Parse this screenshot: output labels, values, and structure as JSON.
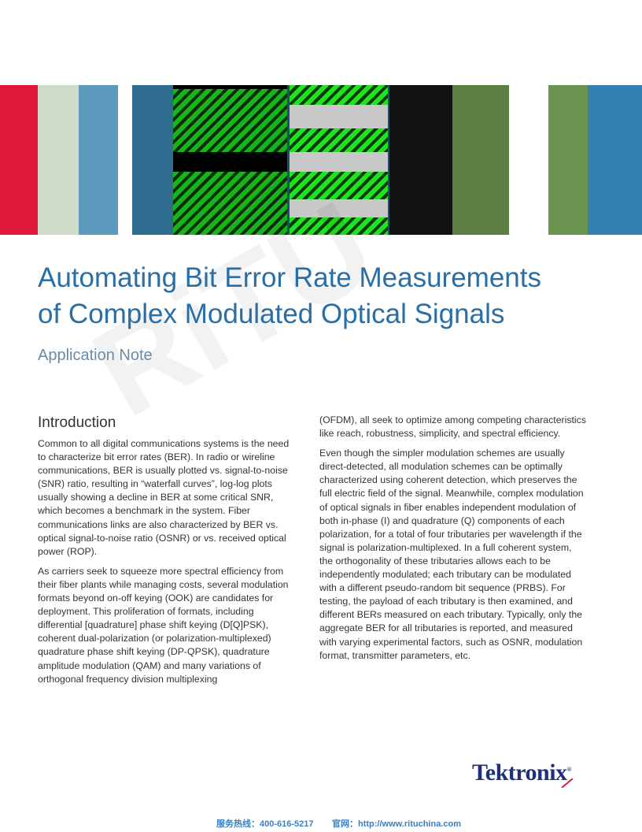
{
  "colors": {
    "red": "#e1163b",
    "sage": "#cfdcc9",
    "blue": "#5b9abd",
    "green": "#6b9451",
    "deep_blue": "#3580b3",
    "title": "#2a6ea6"
  },
  "title_lines": [
    "Automating Bit Error Rate Measurements",
    "of Complex Modulated Optical Signals"
  ],
  "subtitle": "Application Note",
  "section_heading": "Introduction",
  "left_paragraphs": [
    "Common to all digital communications systems is the need to characterize bit error rates (BER). In radio or wireline communications, BER is usually plotted vs. signal-to-noise (SNR) ratio, resulting in “waterfall curves”, log-log plots usually showing a decline in BER at some critical SNR, which becomes a benchmark in the system. Fiber communications links are also characterized by BER vs. optical signal-to-noise ratio (OSNR) or vs. received optical power (ROP).",
    "As carriers seek to squeeze more spectral efficiency from their fiber plants while managing costs, several modulation formats beyond on-off keying (OOK) are candidates for deployment. This proliferation of formats, including differential [quadrature] phase shift keying (D[Q]PSK), coherent dual-polarization (or polarization-multiplexed) quadrature phase shift keying (DP-QPSK), quadrature amplitude modulation (QAM) and many variations of orthogonal frequency division multiplexing"
  ],
  "right_paragraphs": [
    "(OFDM), all seek to optimize among competing characteristics like reach, robustness, simplicity, and spectral efficiency.",
    "Even though the simpler modulation schemes are usually direct-detected, all modulation schemes can be optimally characterized using coherent detection, which preserves the full electric field of the signal. Meanwhile, complex modulation of optical signals in fiber enables independent modulation of both in-phase (I) and quadrature (Q) components of each polarization, for a total of four tributaries per wavelength if the signal is polarization-multiplexed. In a full coherent system, the orthogonality of these tributaries allows each to be independently modulated; each tributary can be modulated with a different pseudo-random bit sequence (PRBS). For testing, the payload of each tributary is then examined, and different BERs measured on each tributary. Typically, only the aggregate BER for all tributaries is reported, and measured with varying experimental factors, such as OSNR, modulation format, transmitter parameters, etc."
  ],
  "logo": "Tektronix",
  "watermark": "RiTU 日图科技",
  "footer": {
    "hotline": "服务热线：400-616-5217",
    "website": "官网：http://www.rituchina.com"
  }
}
